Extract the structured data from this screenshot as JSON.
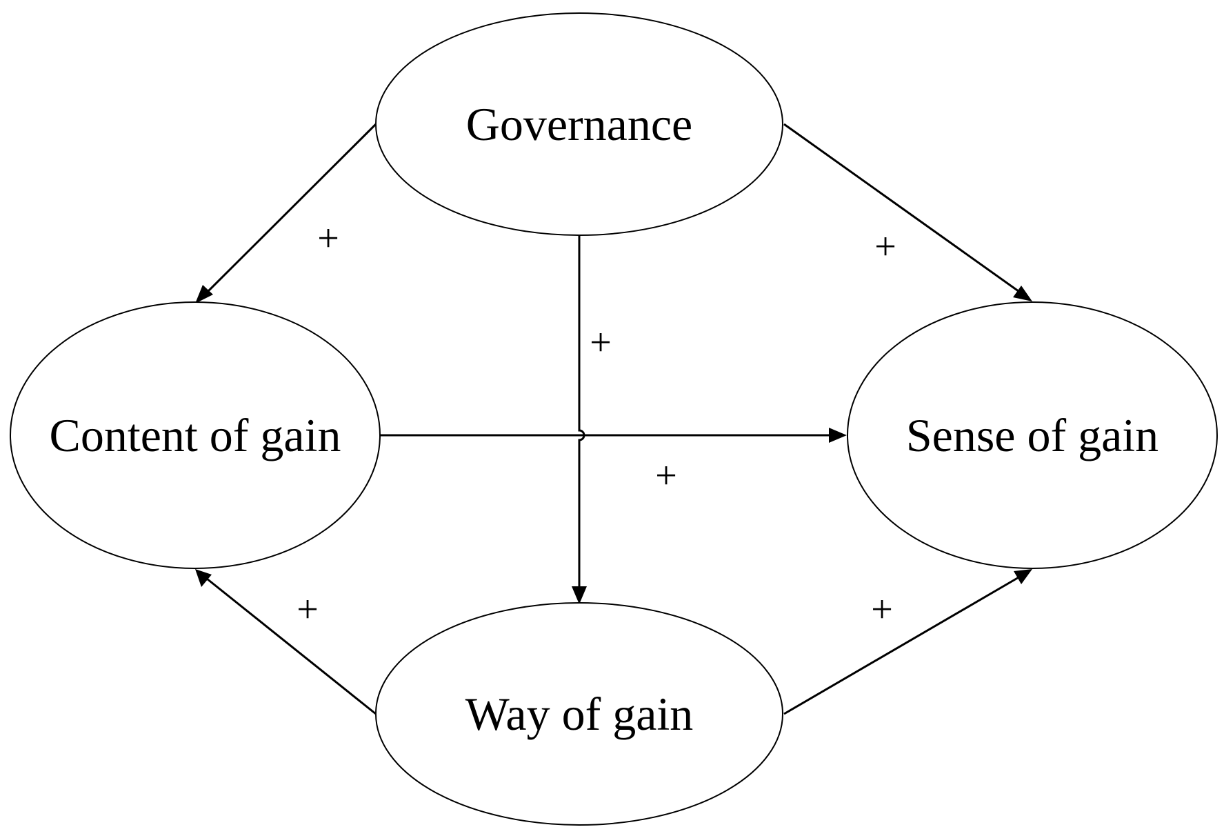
{
  "nodes": {
    "governance": {
      "label": "Governance"
    },
    "content_of_gain": {
      "label": "Content of gain"
    },
    "sense_of_gain": {
      "label": "Sense of gain"
    },
    "way_of_gain": {
      "label": "Way of gain"
    }
  },
  "edges": [
    {
      "from": "Governance",
      "to": "Content of gain",
      "sign": "+"
    },
    {
      "from": "Governance",
      "to": "Sense of gain",
      "sign": "+"
    },
    {
      "from": "Governance",
      "to": "Way of gain",
      "sign": "+"
    },
    {
      "from": "Content of gain",
      "to": "Sense of gain",
      "sign": "+"
    },
    {
      "from": "Way of gain",
      "to": "Content of gain",
      "sign": "+"
    },
    {
      "from": "Way of gain",
      "to": "Sense of gain",
      "sign": "+"
    }
  ]
}
